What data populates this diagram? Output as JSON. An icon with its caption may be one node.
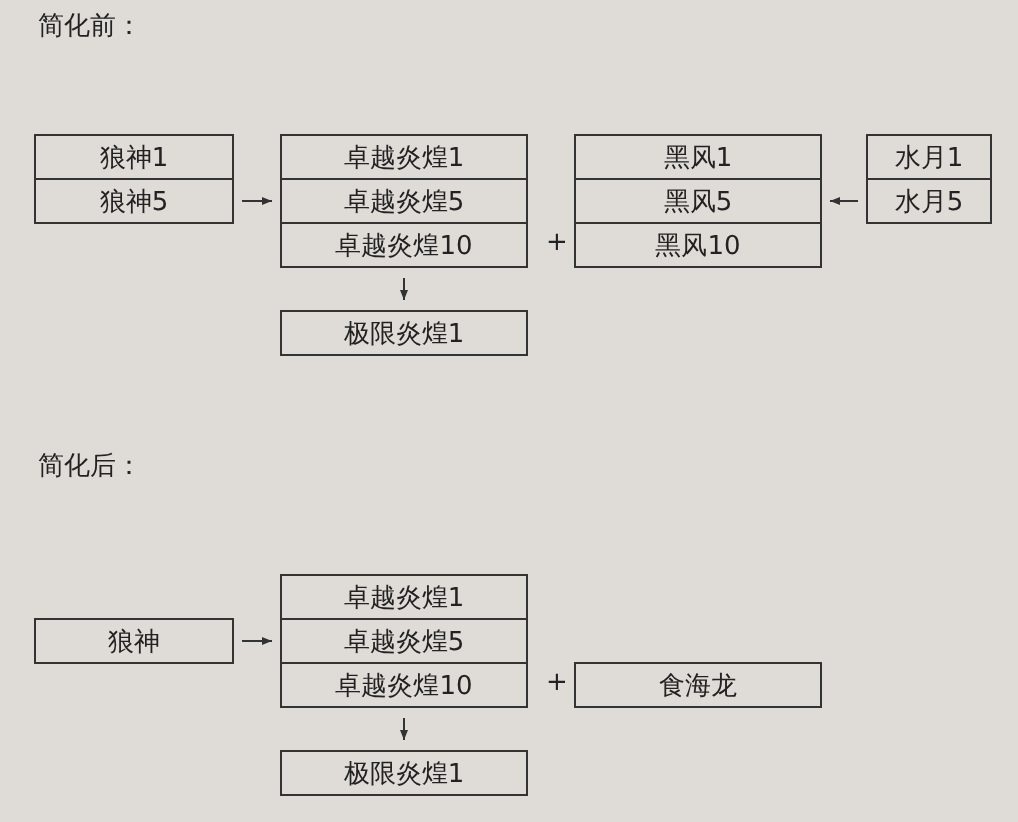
{
  "diagram": {
    "nodes": [
      {
        "text": [
          "狼神1"
        ]
      },
      {
        "text": [
          "卓越炎煌1"
        ]
      },
      {
        "text": [
          "黑风1"
        ]
      },
      {
        "text": [
          "水月1"
        ]
      },
      {
        "text": [
          "狼神5"
        ]
      },
      {
        "text": [
          "卓越炎煌5"
        ]
      },
      {
        "text": [
          "黑风5"
        ]
      },
      {
        "text": [
          "水月5"
        ]
      },
      {
        "text": [
          "卓越炎煌10"
        ]
      },
      {
        "text": [
          "黑风10"
        ]
      },
      {
        "text": [
          "极限炎煌1"
        ]
      },
      {
        "text": [
          "卓越炎煌1"
        ]
      },
      {
        "text": [
          "狼神"
        ]
      },
      {
        "text": [
          "卓越炎煌5"
        ]
      },
      {
        "text": [
          "卓越炎煌10"
        ]
      },
      {
        "text": [
          "食海龙"
        ]
      },
      {
        "text": [
          "极限炎煌1"
        ]
      }
    ],
    "edges": [
      {
        "from": 4,
        "to": 5,
        "arrow": "to"
      },
      {
        "from": 7,
        "to": 6,
        "arrow": "to"
      },
      {
        "from": 8,
        "to": 10,
        "arrow": "to"
      },
      {
        "from": 12,
        "to": 13,
        "arrow": "to"
      },
      {
        "from": 14,
        "to": 16,
        "arrow": "to"
      }
    ],
    "labels": [
      "简化前：",
      "+",
      "简化后：",
      "+"
    ]
  }
}
